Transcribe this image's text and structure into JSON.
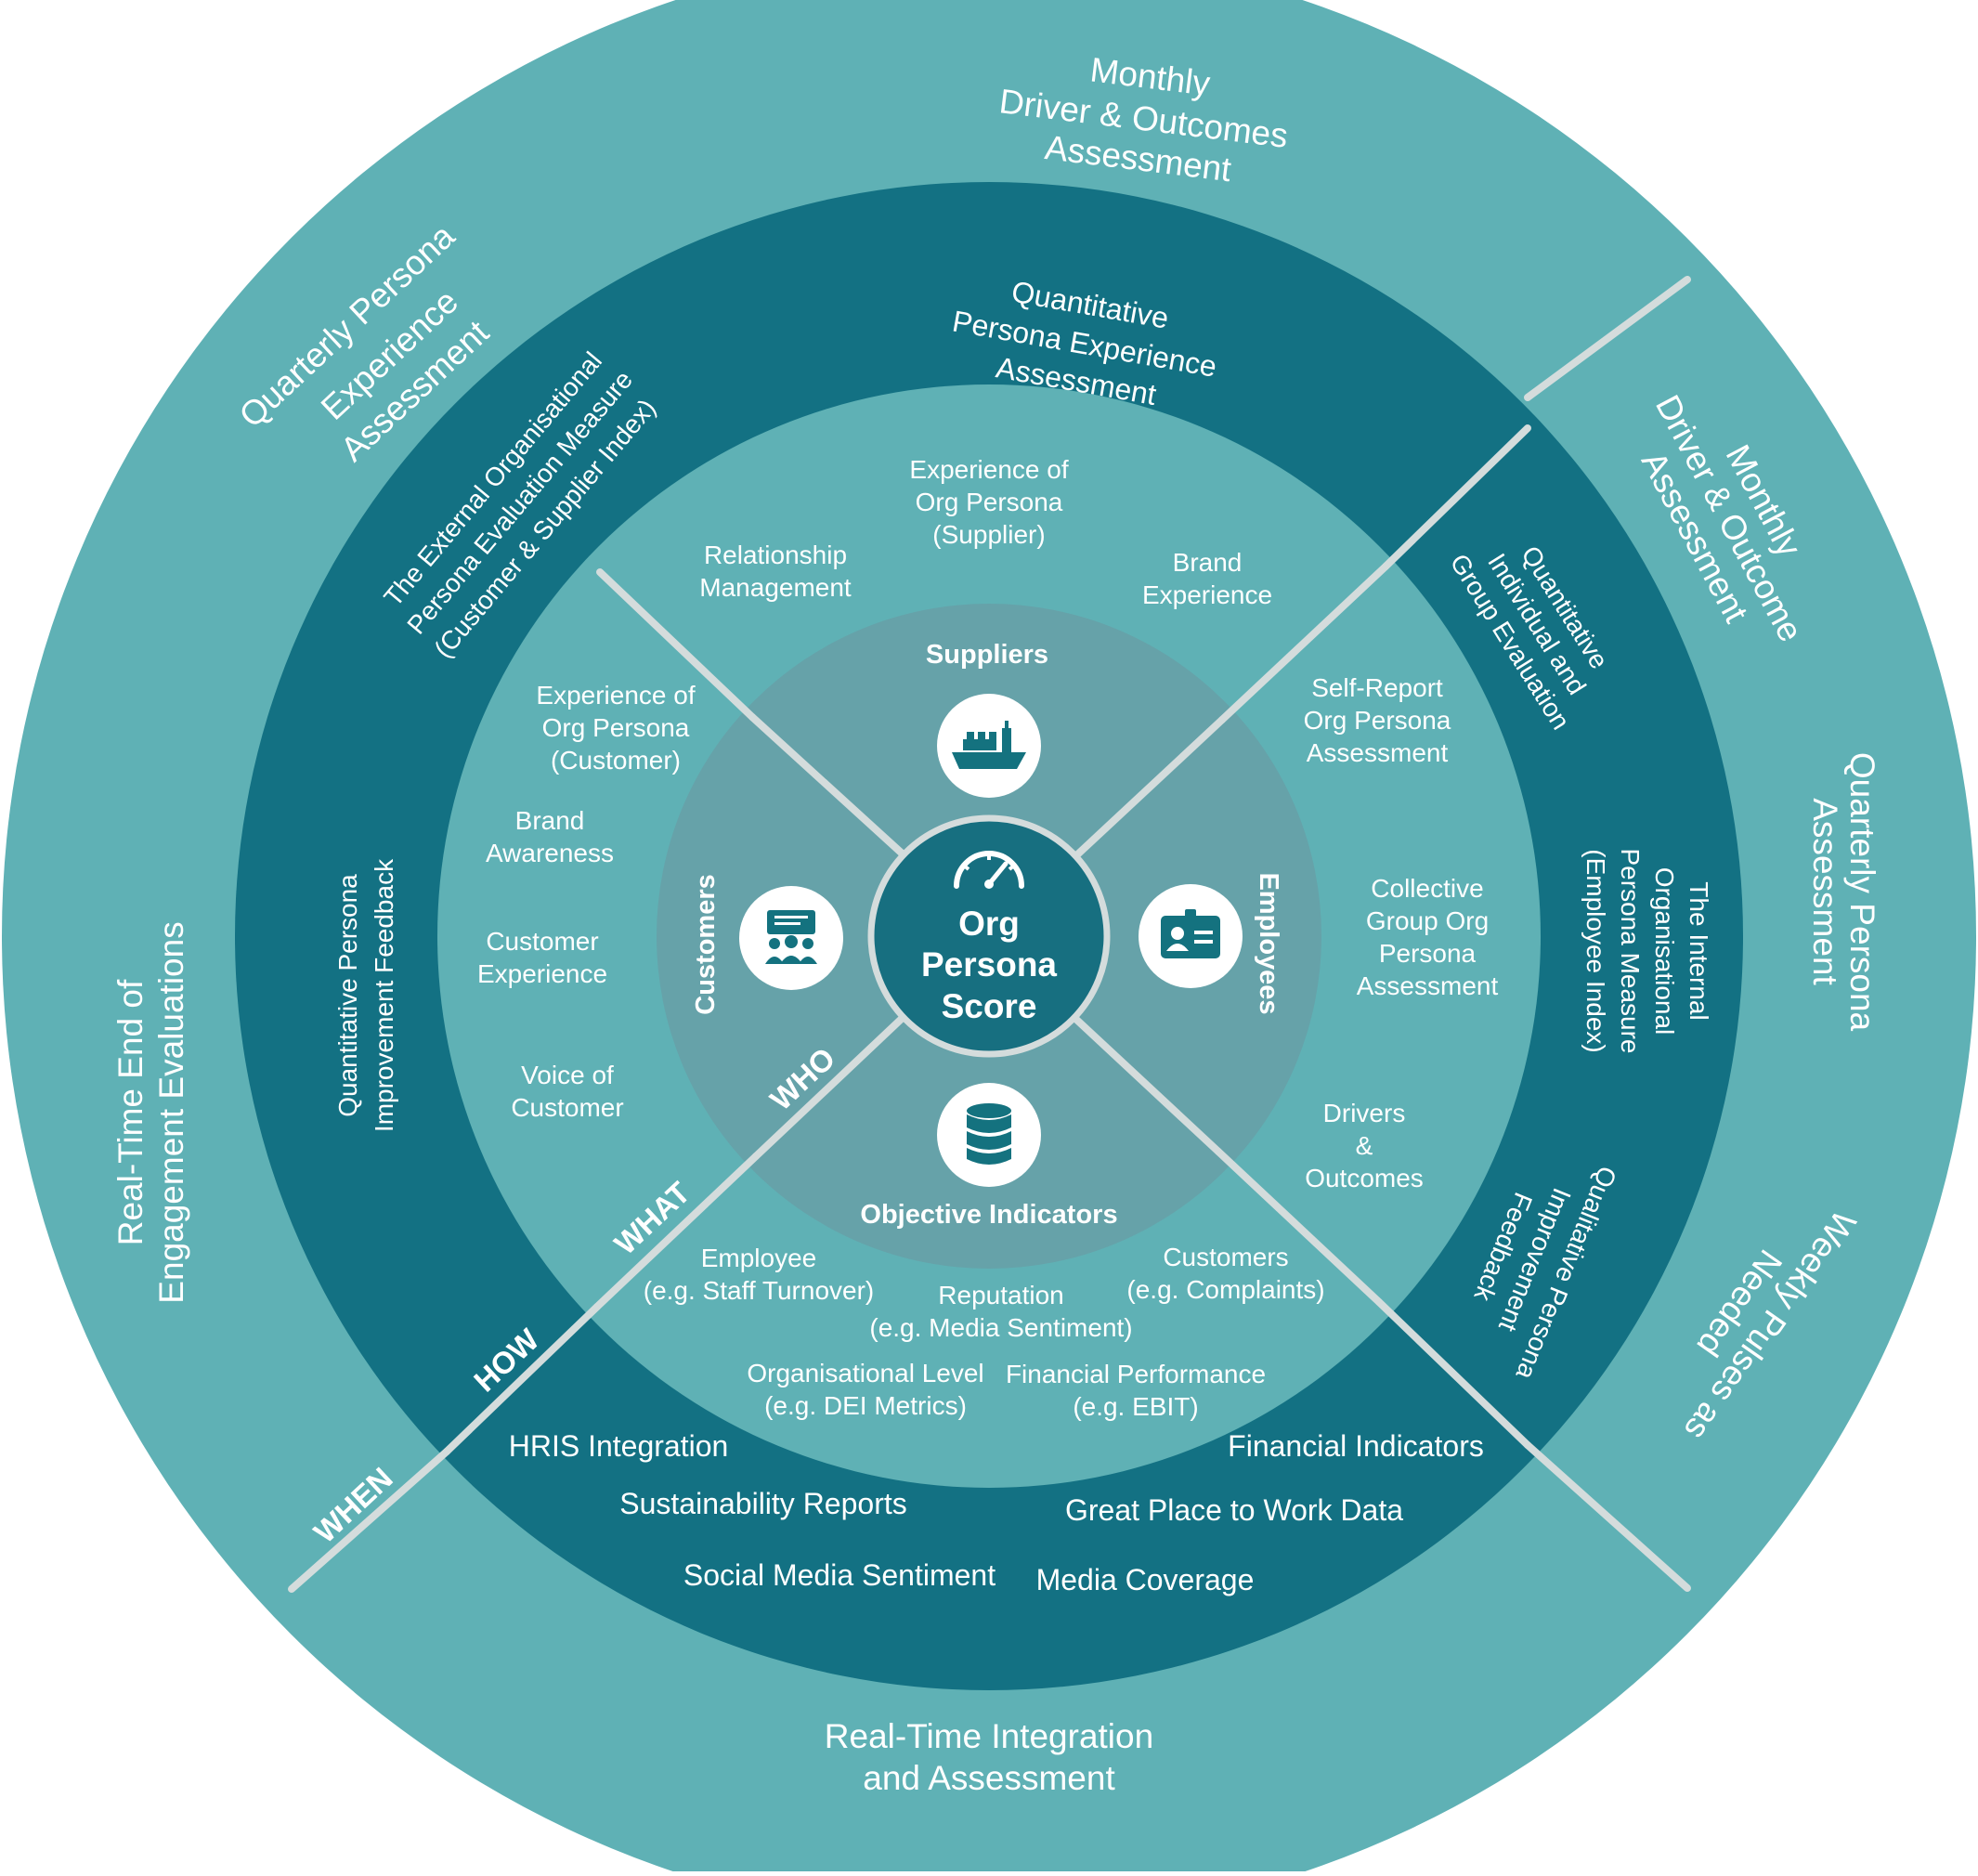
{
  "colors": {
    "light_teal": "#5fb1b5",
    "dark_teal": "#137183",
    "mid_teal": "#66a2a9",
    "core": "#176f80",
    "separator": "#d4dcdc",
    "icon_circle": "#ffffff",
    "icon_fill": "#14727f",
    "text": "#ffffff"
  },
  "core": {
    "line1": "Org",
    "line2": "Persona",
    "line3": "Score",
    "icon": "gauge-icon"
  },
  "who_ring": {
    "suppliers": {
      "label": "Suppliers",
      "icon": "ship-icon"
    },
    "customers": {
      "label": "Customers",
      "icon": "audience-presentation-icon"
    },
    "employees": {
      "label": "Employees",
      "icon": "id-card-icon"
    },
    "objective": {
      "label": "Objective Indicators",
      "icon": "database-icon"
    }
  },
  "what_ring": {
    "top": {
      "experience_supplier": [
        "Experience of",
        "Org Persona",
        "(Supplier)"
      ],
      "relationship": [
        "Relationship",
        "Management"
      ],
      "brand_experience": [
        "Brand",
        "Experience"
      ]
    },
    "left": {
      "experience_customer": [
        "Experience of",
        "Org Persona",
        "(Customer)"
      ],
      "brand_awareness": [
        "Brand",
        "Awareness"
      ],
      "customer_experience": [
        "Customer",
        "Experience"
      ],
      "voice_of_customer": [
        "Voice of",
        "Customer"
      ]
    },
    "right": {
      "self_report": [
        "Self-Report",
        "Org Persona",
        "Assessment"
      ],
      "collective": [
        "Collective",
        "Group Org",
        "Persona",
        "Assessment"
      ],
      "drivers": [
        "Drivers",
        "&",
        "Outcomes"
      ]
    },
    "bottom": {
      "employee": [
        "Employee",
        "(e.g. Staff Turnover)"
      ],
      "reputation": [
        "Reputation",
        "(e.g. Media Sentiment)"
      ],
      "customers": [
        "Customers",
        "(e.g. Complaints)"
      ],
      "organisational": [
        "Organisational Level",
        "(e.g. DEI Metrics)"
      ],
      "financial_performance": [
        "Financial Performance",
        "(e.g. EBIT)"
      ]
    }
  },
  "how_ring": {
    "top": [
      "Quantitative",
      "Persona Experience",
      "Assessment"
    ],
    "top_left": [
      "The External Organisational",
      "Persona Evaluation Measure",
      "(Customer & Supplier Index)"
    ],
    "left": [
      "Quantitative Persona",
      "Improvement Feedback"
    ],
    "right_top": [
      "Quantitative",
      "Individual and",
      "Group Evaluation"
    ],
    "right": [
      "The Internal",
      "Organisational",
      "Persona Measure",
      "(Employee Index)"
    ],
    "right_bottom": [
      "Qualitative Persona",
      "Improvement",
      "Feedback"
    ],
    "bottom": {
      "hris": "HRIS Integration",
      "financial_indicators": "Financial Indicators",
      "sustainability": "Sustainability Reports",
      "great_place": "Great Place to Work Data",
      "social_media": "Social Media Sentiment",
      "media_coverage": "Media Coverage"
    }
  },
  "when_ring": {
    "top": [
      "Monthly",
      "Driver & Outcomes",
      "Assessment"
    ],
    "top_left": [
      "Quarterly Persona",
      "Experience",
      "Assessment"
    ],
    "left": [
      "Real-Time End of",
      "Engagement Evaluations"
    ],
    "right_top": [
      "Monthly",
      "Driver & Outcome",
      "Assessment"
    ],
    "right": [
      "Quarterly Persona",
      "Assessment"
    ],
    "right_bottom": [
      "Weekly Pulses as",
      "Needed"
    ],
    "bottom": [
      "Real-Time Integration",
      "and Assessment"
    ]
  },
  "layer_labels": {
    "who": "WHO",
    "what": "WHAT",
    "how": "HOW",
    "when": "WHEN"
  }
}
